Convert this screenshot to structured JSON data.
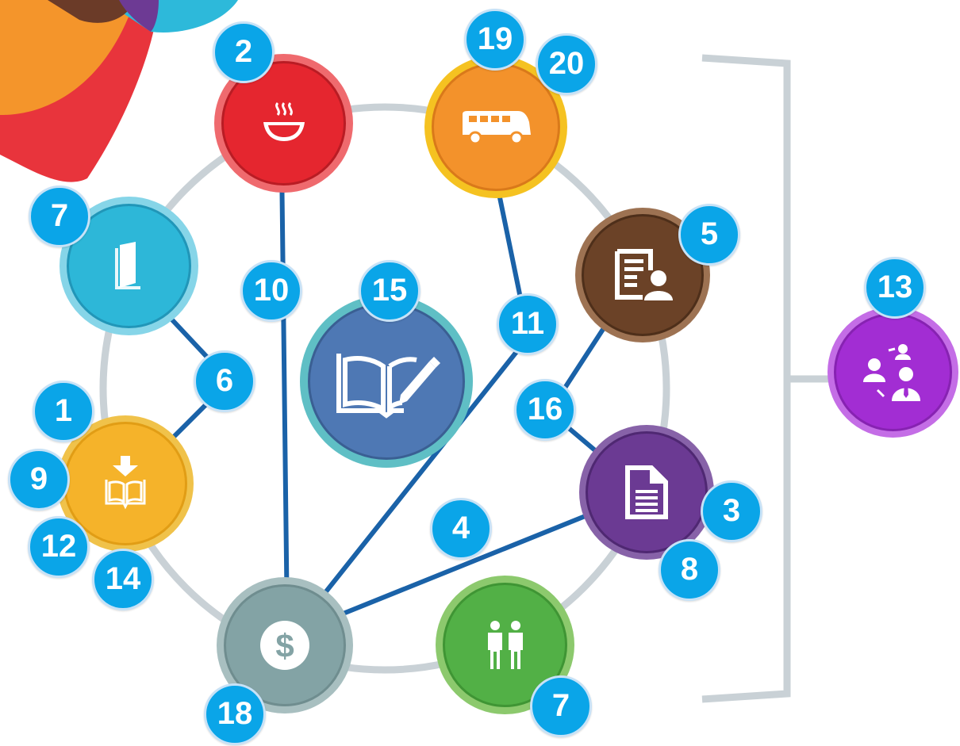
{
  "colors": {
    "ring": "#c9d1d6",
    "connector": "#1a62a8",
    "badge": "#0aa5e8",
    "food": "#e8353b",
    "transport": "#f39a2c",
    "library": "#2fb8d9",
    "profile": "#6b4227",
    "books": "#f4b52c",
    "reading": "#4f79b4",
    "documents": "#6b3a93",
    "finance": "#88a6a8",
    "people": "#55b147",
    "mentoring": "#a32fd3"
  },
  "nodes": [
    {
      "id": "food",
      "icon": "steaming-bowl-icon"
    },
    {
      "id": "transport",
      "icon": "bus-icon"
    },
    {
      "id": "library",
      "icon": "book-icon"
    },
    {
      "id": "profile",
      "icon": "id-card-icon"
    },
    {
      "id": "reading",
      "icon": "open-book-pen-icon"
    },
    {
      "id": "books",
      "icon": "book-download-icon"
    },
    {
      "id": "documents",
      "icon": "document-icon"
    },
    {
      "id": "finance",
      "icon": "dollar-coin-icon"
    },
    {
      "id": "people",
      "icon": "two-people-icon"
    },
    {
      "id": "mentoring",
      "icon": "mentoring-people-icon"
    }
  ],
  "badges": {
    "b2": "2",
    "b19": "19",
    "b20": "20",
    "b7_library": "7",
    "b5": "5",
    "b10": "10",
    "b15": "15",
    "b11": "11",
    "b13": "13",
    "b6": "6",
    "b1": "1",
    "b16": "16",
    "b9": "9",
    "b3": "3",
    "b4": "4",
    "b12": "12",
    "b14": "14",
    "b8": "8",
    "b18": "18",
    "b7_people": "7"
  }
}
